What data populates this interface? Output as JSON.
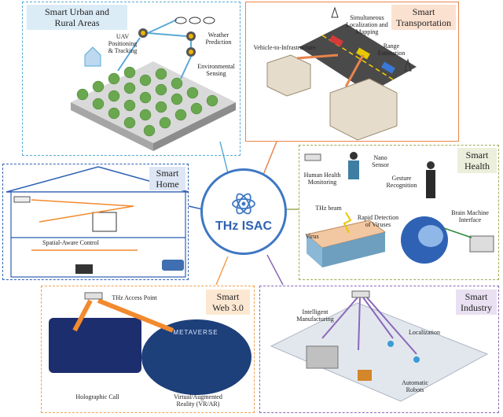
{
  "hub": {
    "label": "THz ISAC",
    "icon": "atom-icon"
  },
  "panels": {
    "urban": {
      "title": "Smart Urban and\nRural Areas",
      "labels": [
        "UAV\nPositioning\n& Tracking",
        "Weather\nPrediction",
        "Environmental\nSensing"
      ]
    },
    "transport": {
      "title": "Smart\nTransportation",
      "labels": [
        "Simultaneous\nLocalization and\nMapping",
        "Vehicle-to-Infrastructure",
        "Range\nEstimation"
      ]
    },
    "home": {
      "title": "Smart\nHome",
      "labels": [
        "Spatial-Aware Control"
      ]
    },
    "health": {
      "title": "Smart\nHealth",
      "labels": [
        "Nano\nSensor",
        "Human Health\nMonitoring",
        "Gesture\nRecognition",
        "THz beam",
        "Rapid Detection\nof Viruses",
        "Virus",
        "Brain Machine\nInterface"
      ]
    },
    "web": {
      "title": "Smart\nWeb 3.0",
      "labels": [
        "THz Access Point",
        "METAVERSE",
        "Holographic Call",
        "Virtual/Augmented\nReality (VR/AR)"
      ]
    },
    "industry": {
      "title": "Smart\nIndustry",
      "labels": [
        "Intelligent\nManufacturing",
        "Localization",
        "Automatic\nRobots"
      ]
    }
  },
  "colors": {
    "hub": "#3f78c4",
    "urban": "#5aa9d6",
    "transport": "#e8844c",
    "home": "#2f62b4",
    "health": "#9aae55",
    "web": "#f0a050",
    "industry": "#8a68b8",
    "beam": "#f28a2e",
    "tree": "#6aa84f",
    "ground": "#e9ecef"
  }
}
